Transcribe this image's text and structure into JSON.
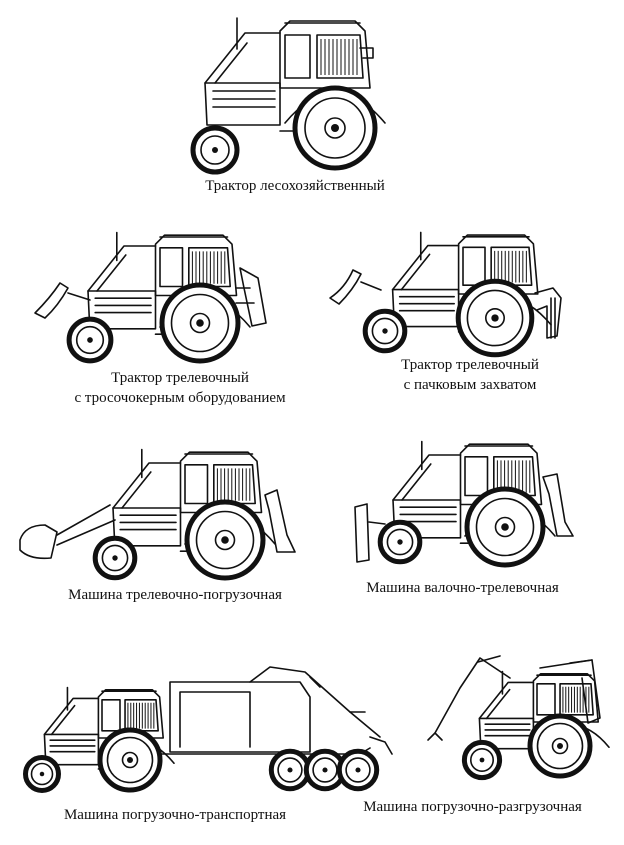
{
  "captions": {
    "forestry": "Трактор лесохозяйственный",
    "skidder_cable_1": "Трактор трелевочный",
    "skidder_cable_2": "с тросочокерным оборудованием",
    "skidder_grapple_1": "Трактор трелевочный",
    "skidder_grapple_2": "с пачковым захватом",
    "skidder_loader": "Машина трелевочно-погрузочная",
    "feller_skidder": "Машина валочно-трелевочная",
    "loader_transport": "Машина погрузочно-транспортная",
    "loader_unloader": "Машина погрузочно-разгрузочная"
  }
}
